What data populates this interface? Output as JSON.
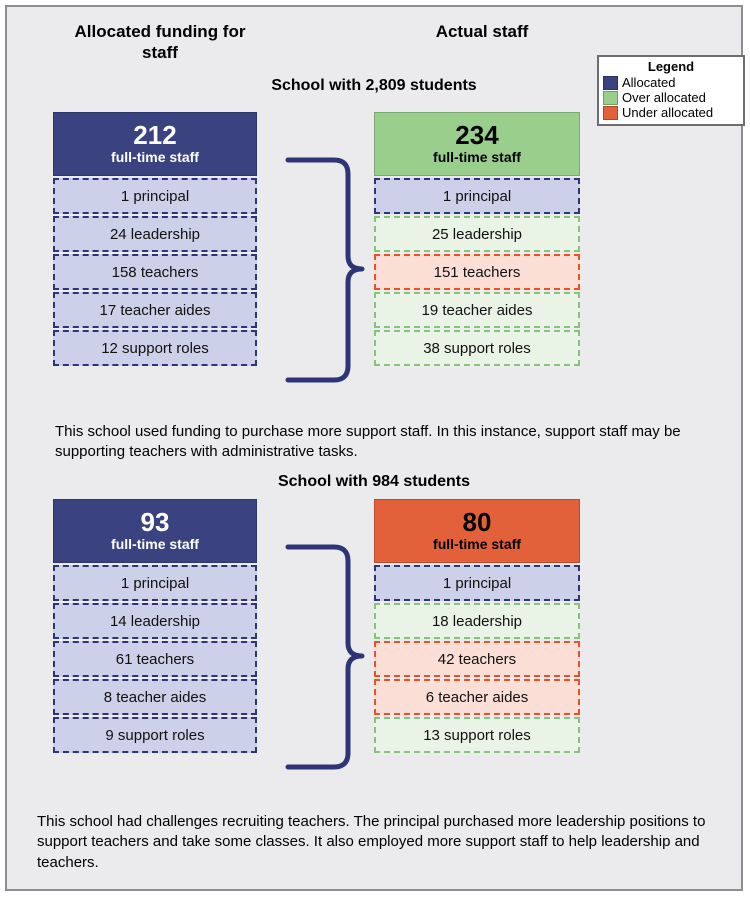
{
  "headings": {
    "allocated": "Allocated funding for staff",
    "actual": "Actual staff"
  },
  "legend": {
    "title": "Legend",
    "items": [
      {
        "label": "Allocated",
        "color": "#3a4280"
      },
      {
        "label": "Over allocated",
        "color": "#9ace8d"
      },
      {
        "label": "Under allocated",
        "color": "#e2603a"
      }
    ]
  },
  "schools": [
    {
      "title": "School with 2,809 students",
      "allocated": {
        "total": "212",
        "total_caption": "full-time staff",
        "rows": [
          {
            "label": "1 principal",
            "status": "allocated"
          },
          {
            "label": "24 leadership",
            "status": "allocated"
          },
          {
            "label": "158 teachers",
            "status": "allocated"
          },
          {
            "label": "17 teacher aides",
            "status": "allocated"
          },
          {
            "label": "12 support roles",
            "status": "allocated"
          }
        ]
      },
      "actual": {
        "total": "234",
        "total_caption": "full-time staff",
        "header_status": "over",
        "rows": [
          {
            "label": "1 principal",
            "status": "allocated"
          },
          {
            "label": "25 leadership",
            "status": "over"
          },
          {
            "label": "151 teachers",
            "status": "under"
          },
          {
            "label": "19 teacher aides",
            "status": "over"
          },
          {
            "label": "38 support roles",
            "status": "over"
          }
        ]
      },
      "caption": "This school used funding to purchase more support staff. In this instance, support staff may be supporting teachers with administrative tasks."
    },
    {
      "title": "School with 984 students",
      "allocated": {
        "total": "93",
        "total_caption": "full-time staff",
        "rows": [
          {
            "label": "1 principal",
            "status": "allocated"
          },
          {
            "label": "14 leadership",
            "status": "allocated"
          },
          {
            "label": "61 teachers",
            "status": "allocated"
          },
          {
            "label": "8 teacher aides",
            "status": "allocated"
          },
          {
            "label": "9 support roles",
            "status": "allocated"
          }
        ]
      },
      "actual": {
        "total": "80",
        "total_caption": "full-time staff",
        "header_status": "under",
        "rows": [
          {
            "label": "1 principal",
            "status": "allocated"
          },
          {
            "label": "18 leadership",
            "status": "over"
          },
          {
            "label": "42 teachers",
            "status": "under"
          },
          {
            "label": "6 teacher aides",
            "status": "under"
          },
          {
            "label": "13 support roles",
            "status": "over"
          }
        ]
      },
      "caption": "This school had challenges recruiting teachers. The principal purchased more leadership positions to support teachers and take some classes. It also employed more support staff to help leadership and teachers."
    }
  ],
  "chart_data": {
    "type": "table",
    "title": "Allocated funding for staff vs Actual staff",
    "categories": [
      "principal",
      "leadership",
      "teachers",
      "teacher aides",
      "support roles"
    ],
    "schools": [
      {
        "name": "School with 2,809 students",
        "students": 2809,
        "series": [
          {
            "name": "Allocated",
            "total": 212,
            "values": [
              1,
              24,
              158,
              17,
              12
            ]
          },
          {
            "name": "Actual",
            "total": 234,
            "values": [
              1,
              25,
              151,
              19,
              38
            ],
            "status": [
              "allocated",
              "over",
              "under",
              "over",
              "over"
            ]
          }
        ]
      },
      {
        "name": "School with 984 students",
        "students": 984,
        "series": [
          {
            "name": "Allocated",
            "total": 93,
            "values": [
              1,
              14,
              61,
              8,
              9
            ]
          },
          {
            "name": "Actual",
            "total": 80,
            "values": [
              1,
              18,
              42,
              6,
              13
            ],
            "status": [
              "allocated",
              "over",
              "under",
              "under",
              "over"
            ]
          }
        ]
      }
    ],
    "legend": [
      "Allocated",
      "Over allocated",
      "Under allocated"
    ]
  }
}
